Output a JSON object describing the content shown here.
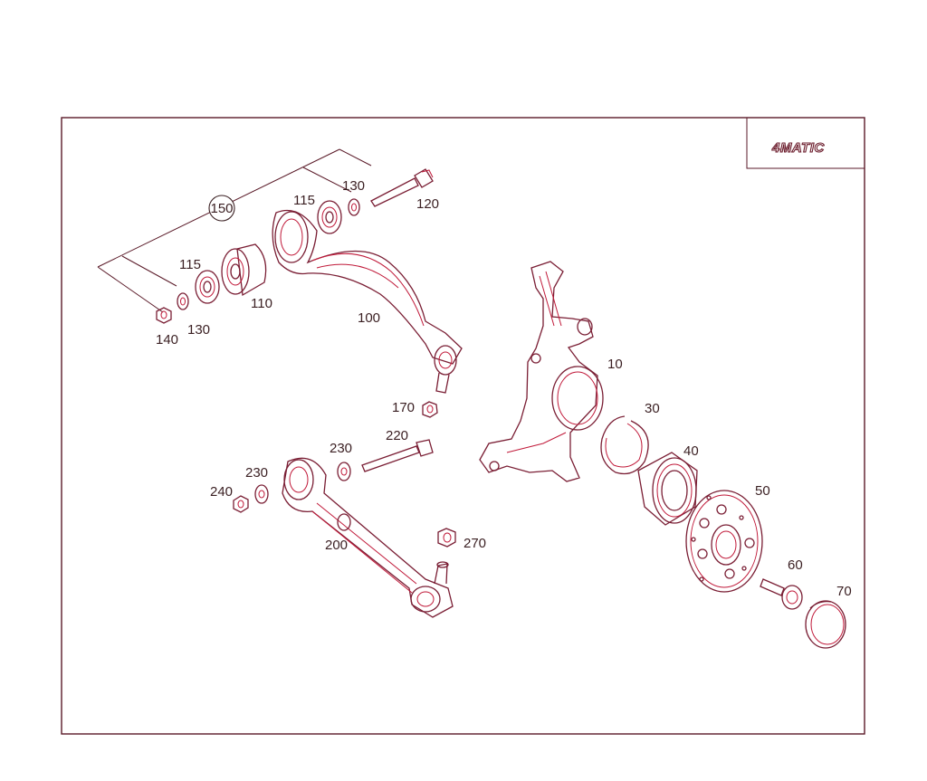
{
  "badge": {
    "text": "4MATIC"
  },
  "labels": {
    "p10": "10",
    "p30": "30",
    "p40": "40",
    "p50": "50",
    "p60": "60",
    "p70": "70",
    "p100": "100",
    "p110": "110",
    "p115a": "115",
    "p115b": "115",
    "p120": "120",
    "p130a": "130",
    "p130b": "130",
    "p140": "140",
    "p150": "150",
    "p170": "170",
    "p200": "200",
    "p220": "220",
    "p230a": "230",
    "p230b": "230",
    "p240": "240",
    "p270": "270"
  },
  "colors": {
    "frame": "#5a1a28",
    "outline": "#7a1e34",
    "highlight": "#c01939"
  }
}
